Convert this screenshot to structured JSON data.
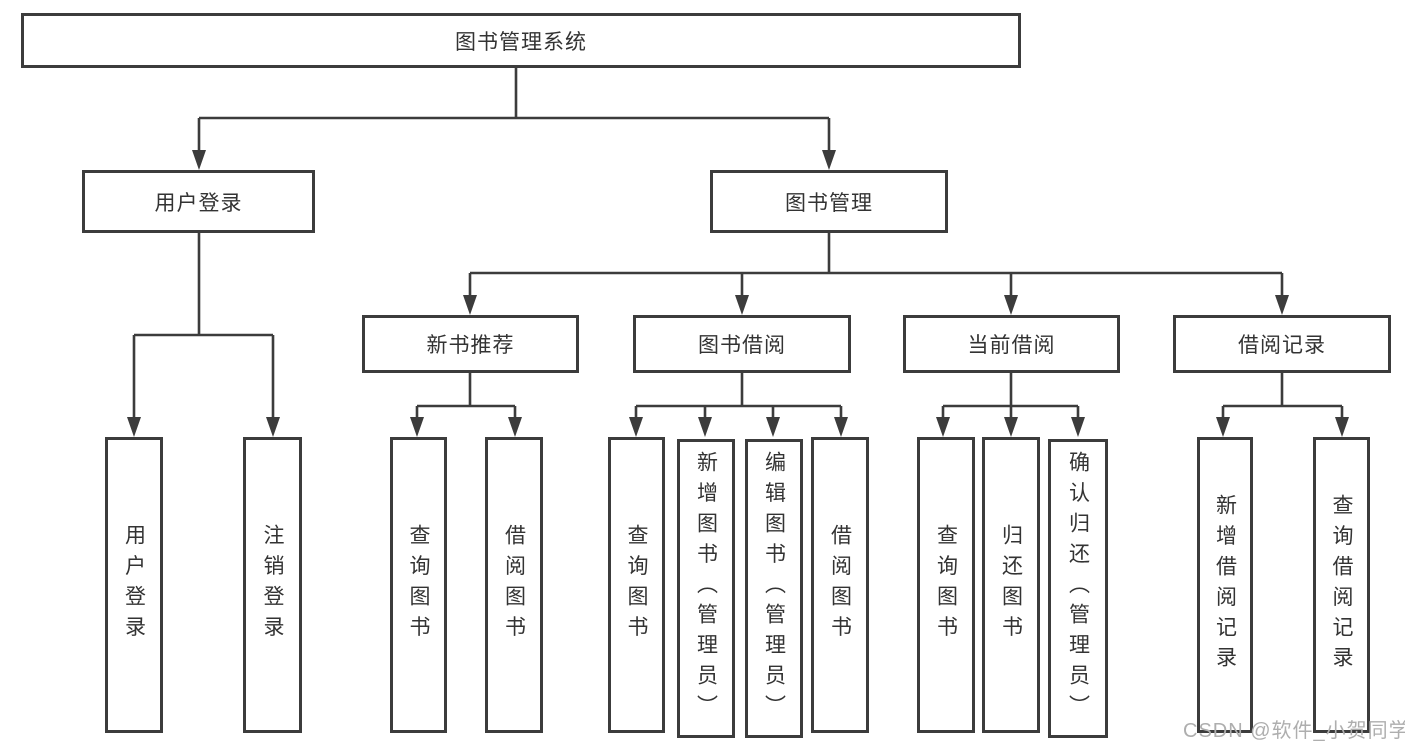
{
  "diagram": {
    "root": {
      "label": "图书管理系统"
    },
    "branches": [
      {
        "label": "用户登录",
        "children": [
          {
            "label": "用户登录"
          },
          {
            "label": "注销登录"
          }
        ]
      },
      {
        "label": "图书管理",
        "children": [
          {
            "label": "新书推荐",
            "children": [
              {
                "label": "查询图书"
              },
              {
                "label": "借阅图书"
              }
            ]
          },
          {
            "label": "图书借阅",
            "children": [
              {
                "label": "查询图书"
              },
              {
                "label": "新增图书（管理员）"
              },
              {
                "label": "编辑图书（管理员）"
              },
              {
                "label": "借阅图书"
              }
            ]
          },
          {
            "label": "当前借阅",
            "children": [
              {
                "label": "查询图书"
              },
              {
                "label": "归还图书"
              },
              {
                "label": "确认归还（管理员）"
              }
            ]
          },
          {
            "label": "借阅记录",
            "children": [
              {
                "label": "新增借阅记录"
              },
              {
                "label": "查询借阅记录"
              }
            ]
          }
        ]
      }
    ]
  },
  "watermark": "CSDN @软件_小贺同学",
  "colors": {
    "line": "#3c3c3c",
    "text": "#333333",
    "background": "#ffffff",
    "watermark": "#aeaeae"
  }
}
